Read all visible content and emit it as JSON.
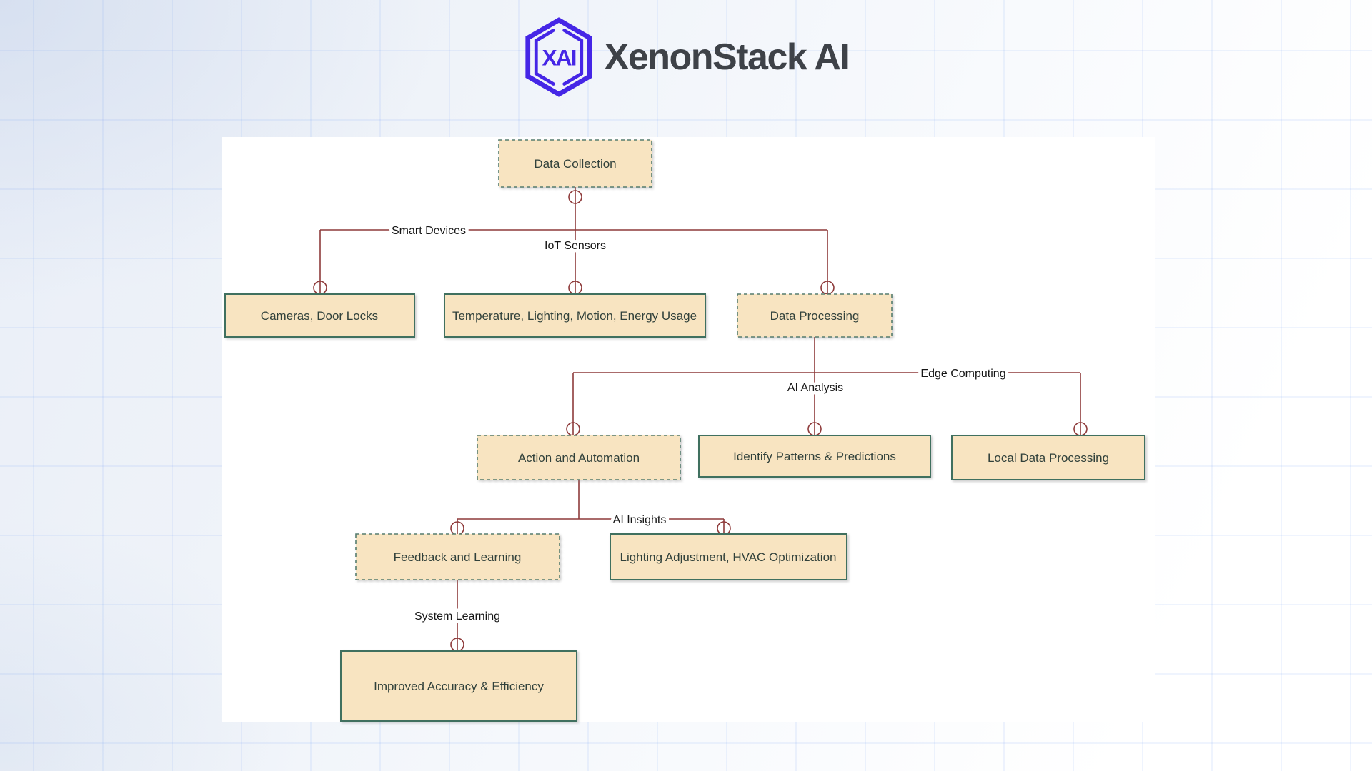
{
  "header": {
    "brand": "XenonStack AI",
    "logo_monogram": "XAI",
    "brand_purple": "#4526e6",
    "brand_text_color": "#3e4248"
  },
  "diagram": {
    "colors": {
      "node_fill": "#f8e4c1",
      "node_border": "#40705f",
      "edge": "#8e3a3a",
      "edge_label_text": "#161616",
      "node_text": "#31413b"
    },
    "nodes": [
      {
        "id": "data-collection",
        "label": "Data Collection",
        "style": "dashed"
      },
      {
        "id": "cameras-door-locks",
        "label": "Cameras, Door Locks",
        "style": "solid"
      },
      {
        "id": "temperature-sensors",
        "label": "Temperature, Lighting, Motion, Energy Usage",
        "style": "solid"
      },
      {
        "id": "data-processing",
        "label": "Data Processing",
        "style": "dashed"
      },
      {
        "id": "action-automation",
        "label": "Action and Automation",
        "style": "dashed"
      },
      {
        "id": "identify-patterns",
        "label": "Identify Patterns & Predictions",
        "style": "solid"
      },
      {
        "id": "local-data-processing",
        "label": "Local Data Processing",
        "style": "solid"
      },
      {
        "id": "feedback-learning",
        "label": "Feedback and Learning",
        "style": "dashed"
      },
      {
        "id": "lighting-adjustment",
        "label": "Lighting Adjustment, HVAC Optimization",
        "style": "solid"
      },
      {
        "id": "improved-accuracy",
        "label": "Improved Accuracy & Efficiency",
        "style": "solid"
      }
    ],
    "edge_labels": {
      "smart_devices": "Smart Devices",
      "iot_sensors": "IoT Sensors",
      "ai_analysis": "AI Analysis",
      "edge_computing": "Edge Computing",
      "ai_insights": "AI Insights",
      "system_learning": "System Learning"
    }
  }
}
